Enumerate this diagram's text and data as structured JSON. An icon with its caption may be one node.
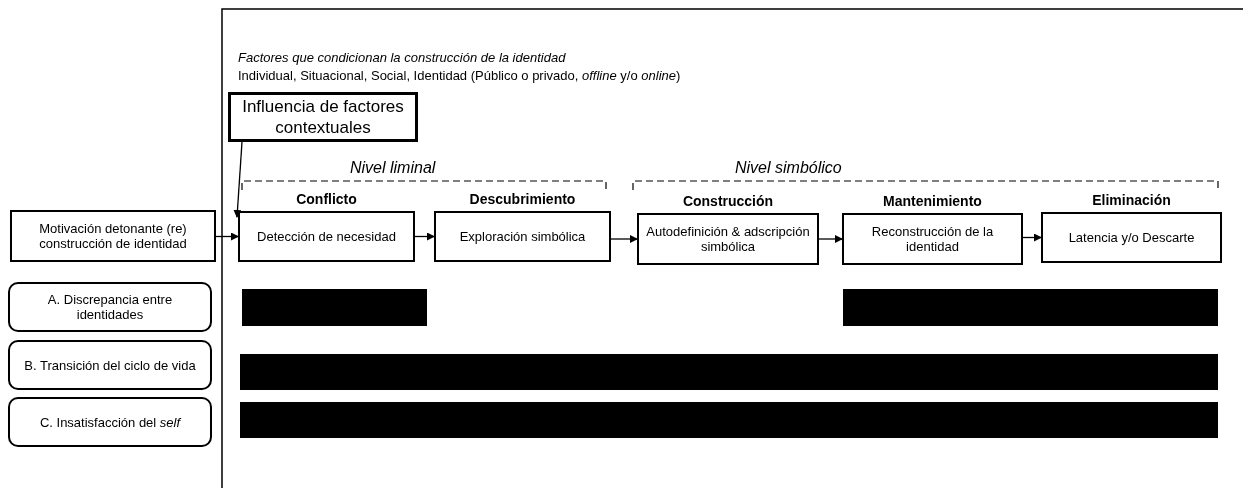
{
  "diagram": {
    "nodes": [
      {
        "text": [
          "Motivación detonante (re) construcción de identidad"
        ]
      },
      {
        "text": [
          "Influencia de factores contextuales"
        ]
      },
      {
        "text": [
          "Conflicto",
          "Detección de necesidad"
        ]
      },
      {
        "text": [
          "Descubrimiento",
          "Exploración simbólica"
        ]
      },
      {
        "text": [
          "Construcción",
          "Autodefinición & adscripción simbólica"
        ]
      },
      {
        "text": [
          "Mantenimiento",
          "Reconstrucción de la identidad"
        ]
      },
      {
        "text": [
          "Eliminación",
          "Latencia y/o Descarte"
        ]
      },
      {
        "text": [
          "A. Discrepancia entre identidades"
        ]
      },
      {
        "text": [
          "B. Transición del ciclo de vida"
        ]
      },
      {
        "text": [
          "C. Insatisfacción del *self*"
        ]
      },
      {
        "text": [],
        "shape": "bar"
      },
      {
        "text": [],
        "shape": "bar"
      },
      {
        "text": [],
        "shape": "bar"
      },
      {
        "text": [],
        "shape": "bar"
      }
    ],
    "edges": [
      {
        "from": 0,
        "to": 2,
        "arrow": "to"
      },
      {
        "from": 1,
        "to": 2,
        "arrow": "to"
      },
      {
        "from": 2,
        "to": 3,
        "arrow": "to"
      },
      {
        "from": 3,
        "to": 4,
        "arrow": "to"
      },
      {
        "from": 4,
        "to": 5,
        "arrow": "to"
      },
      {
        "from": 5,
        "to": 6,
        "arrow": "to"
      }
    ],
    "labels": [
      "Factores que condicionan la construcción de la identidad",
      "Individual, Situacional, Social, Identidad (Público o privado, *offline* y/o *online*)",
      "Nivel liminal",
      "Nivel simbólico"
    ]
  }
}
